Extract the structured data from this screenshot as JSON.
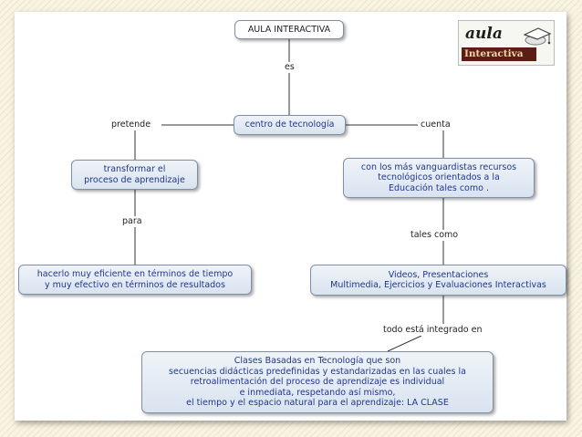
{
  "logo": {
    "word_top": "aula",
    "word_bottom": "Interactiva",
    "icon": "graduation-cap-icon"
  },
  "nodes": {
    "aula_interactiva": "AULA INTERACTIVA",
    "centro_tecnologia": "centro de tecnología",
    "transformar": "transformar el\nproceso de aprendizaje",
    "recursos": "con los más vanguardistas recursos\ntecnológicos orientados a la\nEducación tales como .",
    "eficiente": "hacerlo muy eficiente en términos de tiempo\ny muy efectivo en términos de resultados",
    "videos": "Videos, Presentaciones\nMultimedia, Ejercicios y Evaluaciones Interactivas",
    "clases": "Clases Basadas en Tecnología que son\nsecuencias didácticas  predefinidas y estandarizadas en las cuales la\nretroalimentación del proceso de aprendizaje es individual\ne inmediata, respetando así mismo,\nel tiempo y el espacio natural para el aprendizaje: LA CLASE"
  },
  "links": {
    "es": "es",
    "pretende": "pretende",
    "cuenta": "cuenta",
    "para": "para",
    "tales_como": "tales como",
    "integrado": "todo está integrado en"
  },
  "colors": {
    "node_text": "#21368f",
    "node_border": "#7f8fa4",
    "line": "#333333"
  }
}
